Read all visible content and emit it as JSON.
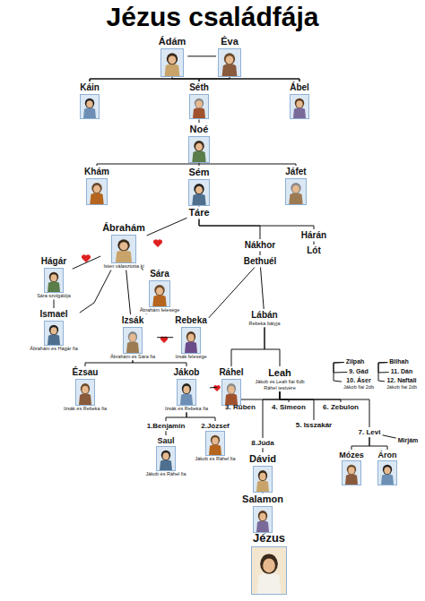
{
  "diagram": {
    "title": "Jézus családfája",
    "nodes": [
      {
        "text": [
          "Ádám"
        ]
      },
      {
        "text": [
          "Éva"
        ]
      },
      {
        "text": [
          "Káin"
        ]
      },
      {
        "text": [
          "Séth"
        ]
      },
      {
        "text": [
          "Ábel"
        ]
      },
      {
        "text": [
          "Noé"
        ]
      },
      {
        "text": [
          "Khám"
        ]
      },
      {
        "text": [
          "Sém"
        ]
      },
      {
        "text": [
          "Jáfet"
        ]
      },
      {
        "text": [
          "Táre"
        ]
      },
      {
        "text": [
          "Ábrahám",
          "Isten választotta ki"
        ]
      },
      {
        "text": [
          "Hárán"
        ]
      },
      {
        "text": [
          "Lót"
        ]
      },
      {
        "text": [
          "Nákhor"
        ]
      },
      {
        "text": [
          "Bethuél"
        ]
      },
      {
        "text": [
          "Hágár",
          "Sára szolgálója"
        ]
      },
      {
        "text": [
          "Sára",
          "Ábrahám felesége"
        ]
      },
      {
        "text": [
          "Ismael",
          "Ábrahám és Hágár fia"
        ]
      },
      {
        "text": [
          "Izsák",
          "Ábrahám és Sára fia"
        ]
      },
      {
        "text": [
          "Rebeka",
          "Izsák felesége"
        ]
      },
      {
        "text": [
          "Lábán",
          "Rebeka bátyja"
        ]
      },
      {
        "text": [
          "Ézsau",
          "Izsák és Rebeka fia"
        ]
      },
      {
        "text": [
          "Jákob",
          "Izsák és Rebeka fia"
        ]
      },
      {
        "text": [
          "Ráhel"
        ]
      },
      {
        "text": [
          "Leah",
          "Jákob és Leah fiai 6db",
          "Ráhel testvére"
        ]
      },
      {
        "text": [
          "Zilpah"
        ]
      },
      {
        "text": [
          "Bilhah"
        ]
      },
      {
        "text": [
          "3. Rúben"
        ]
      },
      {
        "text": [
          "4. Simeon"
        ]
      },
      {
        "text": [
          "6. Zebulon"
        ]
      },
      {
        "text": [
          "5. Isszakár"
        ]
      },
      {
        "text": [
          "9. Gád"
        ]
      },
      {
        "text": [
          "10. Áser",
          "Jákob fiai 2db"
        ]
      },
      {
        "text": [
          "11. Dán"
        ]
      },
      {
        "text": [
          "12. Naftali",
          "Jákob fiai 2db"
        ]
      },
      {
        "text": [
          "1.Benjamin"
        ]
      },
      {
        "text": [
          "2.József",
          "Jákob és Ráhel fia"
        ]
      },
      {
        "text": [
          "Saul",
          "Jákob és Ráhel fia"
        ]
      },
      {
        "text": [
          "8.Júda"
        ]
      },
      {
        "text": [
          "7. Levi"
        ]
      },
      {
        "text": [
          "Dávid"
        ]
      },
      {
        "text": [
          "Mózes"
        ]
      },
      {
        "text": [
          "Áron"
        ]
      },
      {
        "text": [
          "Mirjám"
        ]
      },
      {
        "text": [
          "Salamon"
        ]
      },
      {
        "text": [
          "Jézus"
        ]
      }
    ],
    "edges": [
      {
        "from": 0,
        "to": 1,
        "arrow": "none"
      },
      {
        "from": 0,
        "to": 2,
        "arrow": "none"
      },
      {
        "from": 0,
        "to": 3,
        "arrow": "none"
      },
      {
        "from": 0,
        "to": 4,
        "arrow": "none"
      },
      {
        "from": 1,
        "to": 2,
        "arrow": "none"
      },
      {
        "from": 1,
        "to": 3,
        "arrow": "none"
      },
      {
        "from": 1,
        "to": 4,
        "arrow": "none"
      },
      {
        "from": 3,
        "to": 5,
        "arrow": "none"
      },
      {
        "from": 5,
        "to": 6,
        "arrow": "none"
      },
      {
        "from": 5,
        "to": 7,
        "arrow": "none"
      },
      {
        "from": 5,
        "to": 8,
        "arrow": "none"
      },
      {
        "from": 7,
        "to": 9,
        "arrow": "none"
      },
      {
        "from": 9,
        "to": 10,
        "arrow": "none"
      },
      {
        "from": 9,
        "to": 13,
        "arrow": "none"
      },
      {
        "from": 9,
        "to": 11,
        "arrow": "none"
      },
      {
        "from": 11,
        "to": 12,
        "arrow": "none"
      },
      {
        "from": 13,
        "to": 14,
        "arrow": "none"
      },
      {
        "from": 10,
        "to": 15,
        "arrow": "none"
      },
      {
        "from": 10,
        "to": 16,
        "arrow": "none"
      },
      {
        "from": 10,
        "to": 17,
        "arrow": "none"
      },
      {
        "from": 15,
        "to": 17,
        "arrow": "none"
      },
      {
        "from": 10,
        "to": 18,
        "arrow": "none"
      },
      {
        "from": 16,
        "to": 18,
        "arrow": "none"
      },
      {
        "from": 14,
        "to": 19,
        "arrow": "none"
      },
      {
        "from": 14,
        "to": 20,
        "arrow": "none"
      },
      {
        "from": 18,
        "to": 19,
        "arrow": "none"
      },
      {
        "from": 18,
        "to": 21,
        "arrow": "none"
      },
      {
        "from": 18,
        "to": 22,
        "arrow": "none"
      },
      {
        "from": 20,
        "to": 23,
        "arrow": "none"
      },
      {
        "from": 20,
        "to": 24,
        "arrow": "none"
      },
      {
        "from": 22,
        "to": 23,
        "arrow": "none"
      },
      {
        "from": 22,
        "to": 35,
        "arrow": "none"
      },
      {
        "from": 22,
        "to": 36,
        "arrow": "none"
      },
      {
        "from": 35,
        "to": 37,
        "arrow": "none"
      },
      {
        "from": 24,
        "to": 27,
        "arrow": "none"
      },
      {
        "from": 24,
        "to": 28,
        "arrow": "none"
      },
      {
        "from": 24,
        "to": 29,
        "arrow": "none"
      },
      {
        "from": 24,
        "to": 30,
        "arrow": "none"
      },
      {
        "from": 24,
        "to": 38,
        "arrow": "none"
      },
      {
        "from": 24,
        "to": 39,
        "arrow": "none"
      },
      {
        "from": 25,
        "to": 31,
        "arrow": "none"
      },
      {
        "from": 25,
        "to": 32,
        "arrow": "none"
      },
      {
        "from": 26,
        "to": 33,
        "arrow": "none"
      },
      {
        "from": 26,
        "to": 34,
        "arrow": "none"
      },
      {
        "from": 38,
        "to": 40,
        "arrow": "none"
      },
      {
        "from": 40,
        "to": 44,
        "arrow": "none"
      },
      {
        "from": 44,
        "to": 45,
        "arrow": "none"
      },
      {
        "from": 39,
        "to": 41,
        "arrow": "none"
      },
      {
        "from": 39,
        "to": 42,
        "arrow": "none"
      },
      {
        "from": 39,
        "to": 43,
        "arrow": "none"
      }
    ]
  }
}
